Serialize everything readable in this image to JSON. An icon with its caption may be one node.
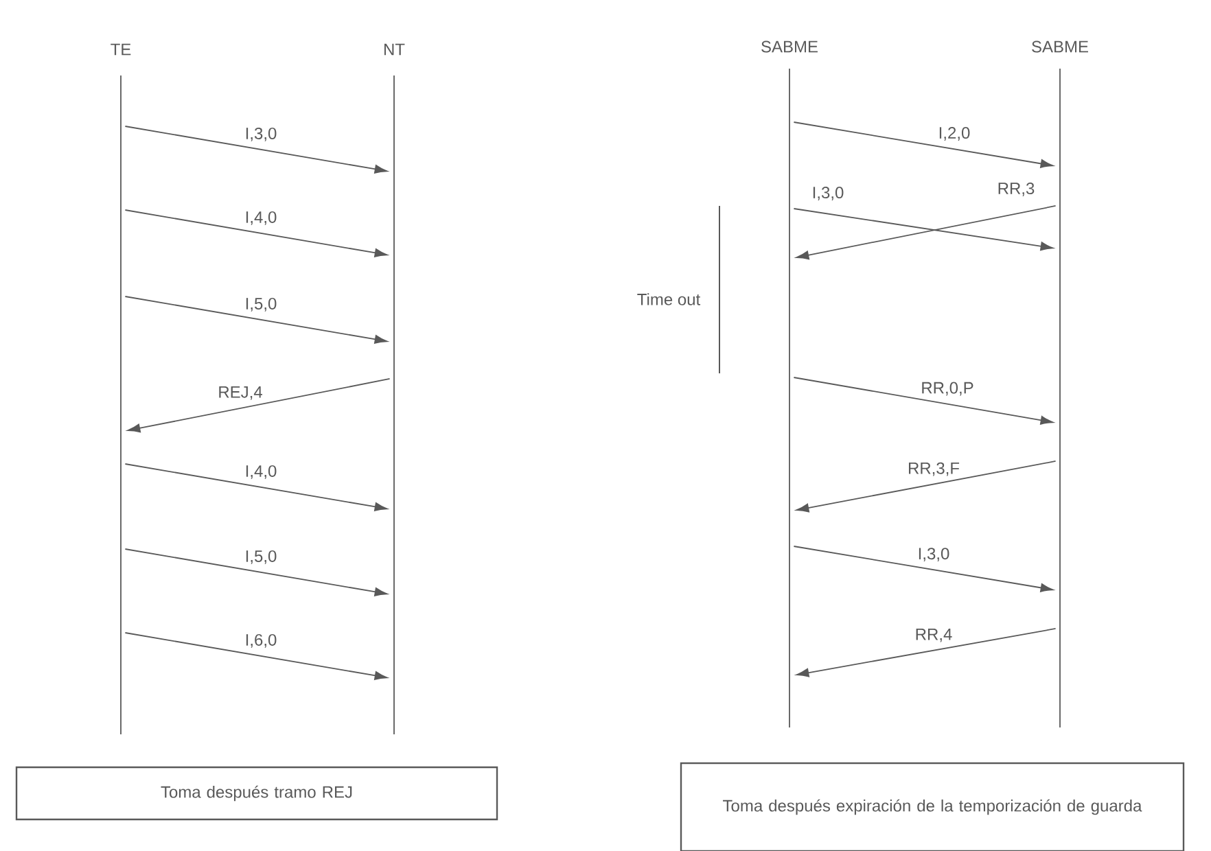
{
  "diagram": {
    "nodes": [
      {
        "text": [],
        "shape": "bar",
        "beside": [
          "TE"
        ]
      },
      {
        "text": [],
        "shape": "bar",
        "beside": [
          "NT"
        ]
      },
      {
        "text": [],
        "shape": "bar",
        "beside": [
          "SABME"
        ]
      },
      {
        "text": [],
        "shape": "bar",
        "beside": [
          "SABME"
        ]
      },
      {
        "text": [
          "Toma después tramo REJ"
        ]
      },
      {
        "text": [
          "Toma después expiración de la temporización de guarda"
        ]
      }
    ],
    "edges": [
      {
        "from": 0,
        "to": 1,
        "arrow": "to",
        "label": "I,3,0"
      },
      {
        "from": 0,
        "to": 1,
        "arrow": "to",
        "label": "I,4,0"
      },
      {
        "from": 0,
        "to": 1,
        "arrow": "to",
        "label": "I,5,0"
      },
      {
        "from": 1,
        "to": 0,
        "arrow": "to",
        "label": "REJ,4"
      },
      {
        "from": 0,
        "to": 1,
        "arrow": "to",
        "label": "I,4,0"
      },
      {
        "from": 0,
        "to": 1,
        "arrow": "to",
        "label": "I,5,0"
      },
      {
        "from": 0,
        "to": 1,
        "arrow": "to",
        "label": "I,6,0"
      },
      {
        "from": 2,
        "to": 3,
        "arrow": "to",
        "label": "I,2,0"
      },
      {
        "from": 2,
        "to": 3,
        "arrow": "to",
        "label": "I,3,0"
      },
      {
        "from": 3,
        "to": 2,
        "arrow": "to",
        "label": "RR,3"
      },
      {
        "from": 2,
        "to": 3,
        "arrow": "to",
        "label": "RR,0,P"
      },
      {
        "from": 3,
        "to": 2,
        "arrow": "to",
        "label": "RR,3,F"
      },
      {
        "from": 2,
        "to": 3,
        "arrow": "to",
        "label": "I,3,0"
      },
      {
        "from": 3,
        "to": 2,
        "arrow": "to",
        "label": "RR,4"
      }
    ],
    "labels": [
      "Time out"
    ]
  }
}
